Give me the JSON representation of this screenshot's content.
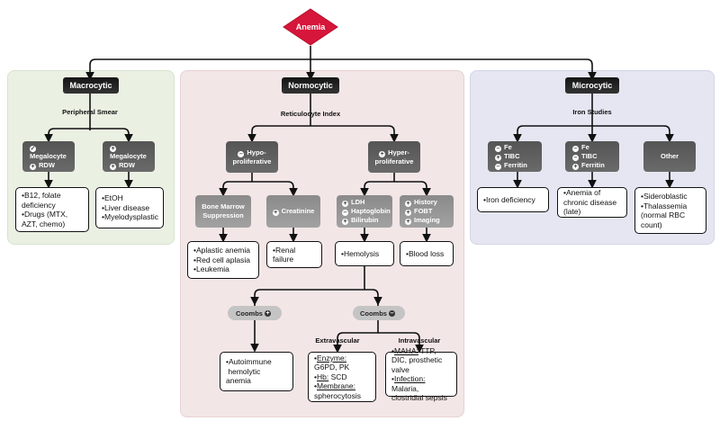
{
  "root": {
    "label": "Anemia",
    "color": "#d6163a"
  },
  "macrocytic": {
    "title": "Macrocytic",
    "test": "Peripheral Smear",
    "left_node": {
      "icon": "check",
      "line1": "Megalocyte",
      "line2": "RDW"
    },
    "right_node": {
      "icon": "check",
      "line1": "Megalocyte",
      "line2": "RDW"
    },
    "left_result": [
      "B12, folate deficiency",
      "Drugs (MTX, AZT, chemo)"
    ],
    "right_result": [
      "EtOH",
      "Liver disease",
      "Myelodysplastic"
    ]
  },
  "normocytic": {
    "title": "Normocytic",
    "test": "Reticulocyte Index",
    "hypo": {
      "line1": "Hypo-",
      "line2": "proliferative"
    },
    "hyper": {
      "line1": "Hyper-",
      "line2": "proliferative"
    },
    "bone_marrow": {
      "line1": "Bone Marrow",
      "line2": "Suppression"
    },
    "creatinine": "Creatinine",
    "hemolysis_labs": [
      "LDH",
      "Haptoglobin",
      "Bilirubin"
    ],
    "history_labs": [
      "History",
      "FOBT",
      "Imaging"
    ],
    "bone_marrow_result": [
      "Aplastic anemia",
      "Red cell aplasia",
      "Leukemia"
    ],
    "renal_result": "Renal failure",
    "hemolysis_result": "Hemolysis",
    "blood_loss_result": "Blood loss",
    "coombs_pos": "Coombs",
    "coombs_neg": "Coombs",
    "autoimmune_result": [
      "Autoimmune",
      "hemolytic anemia"
    ],
    "extravascular": "Extravascular",
    "intravascular": "Intravascular",
    "extra_result": {
      "enzyme_label": "Enzyme:",
      "enzyme_text": " G6PD, PK",
      "hb_label": "Hb:",
      "hb_text": " SCD",
      "membrane_label": "Membrane:",
      "membrane_text": " spherocytosis"
    },
    "intra_result": {
      "maha_label": "MAHA:",
      "maha_text": " TTP, DIC, prosthetic valve",
      "infection_label": "Infection:",
      "infection_text": " Malaria, clostridial sepsis"
    }
  },
  "microcytic": {
    "title": "Microcytic",
    "test": "Iron Studies",
    "left_labs": [
      "Fe",
      "TIBC",
      "Ferritin"
    ],
    "mid_labs": [
      "Fe",
      "TIBC",
      "Ferritin"
    ],
    "other": "Other",
    "left_result": "Iron deficiency",
    "mid_result": "Anemia of chronic disease (late)",
    "right_result": [
      "Sideroblastic",
      "Thalassemia (normal RBC count)"
    ]
  }
}
